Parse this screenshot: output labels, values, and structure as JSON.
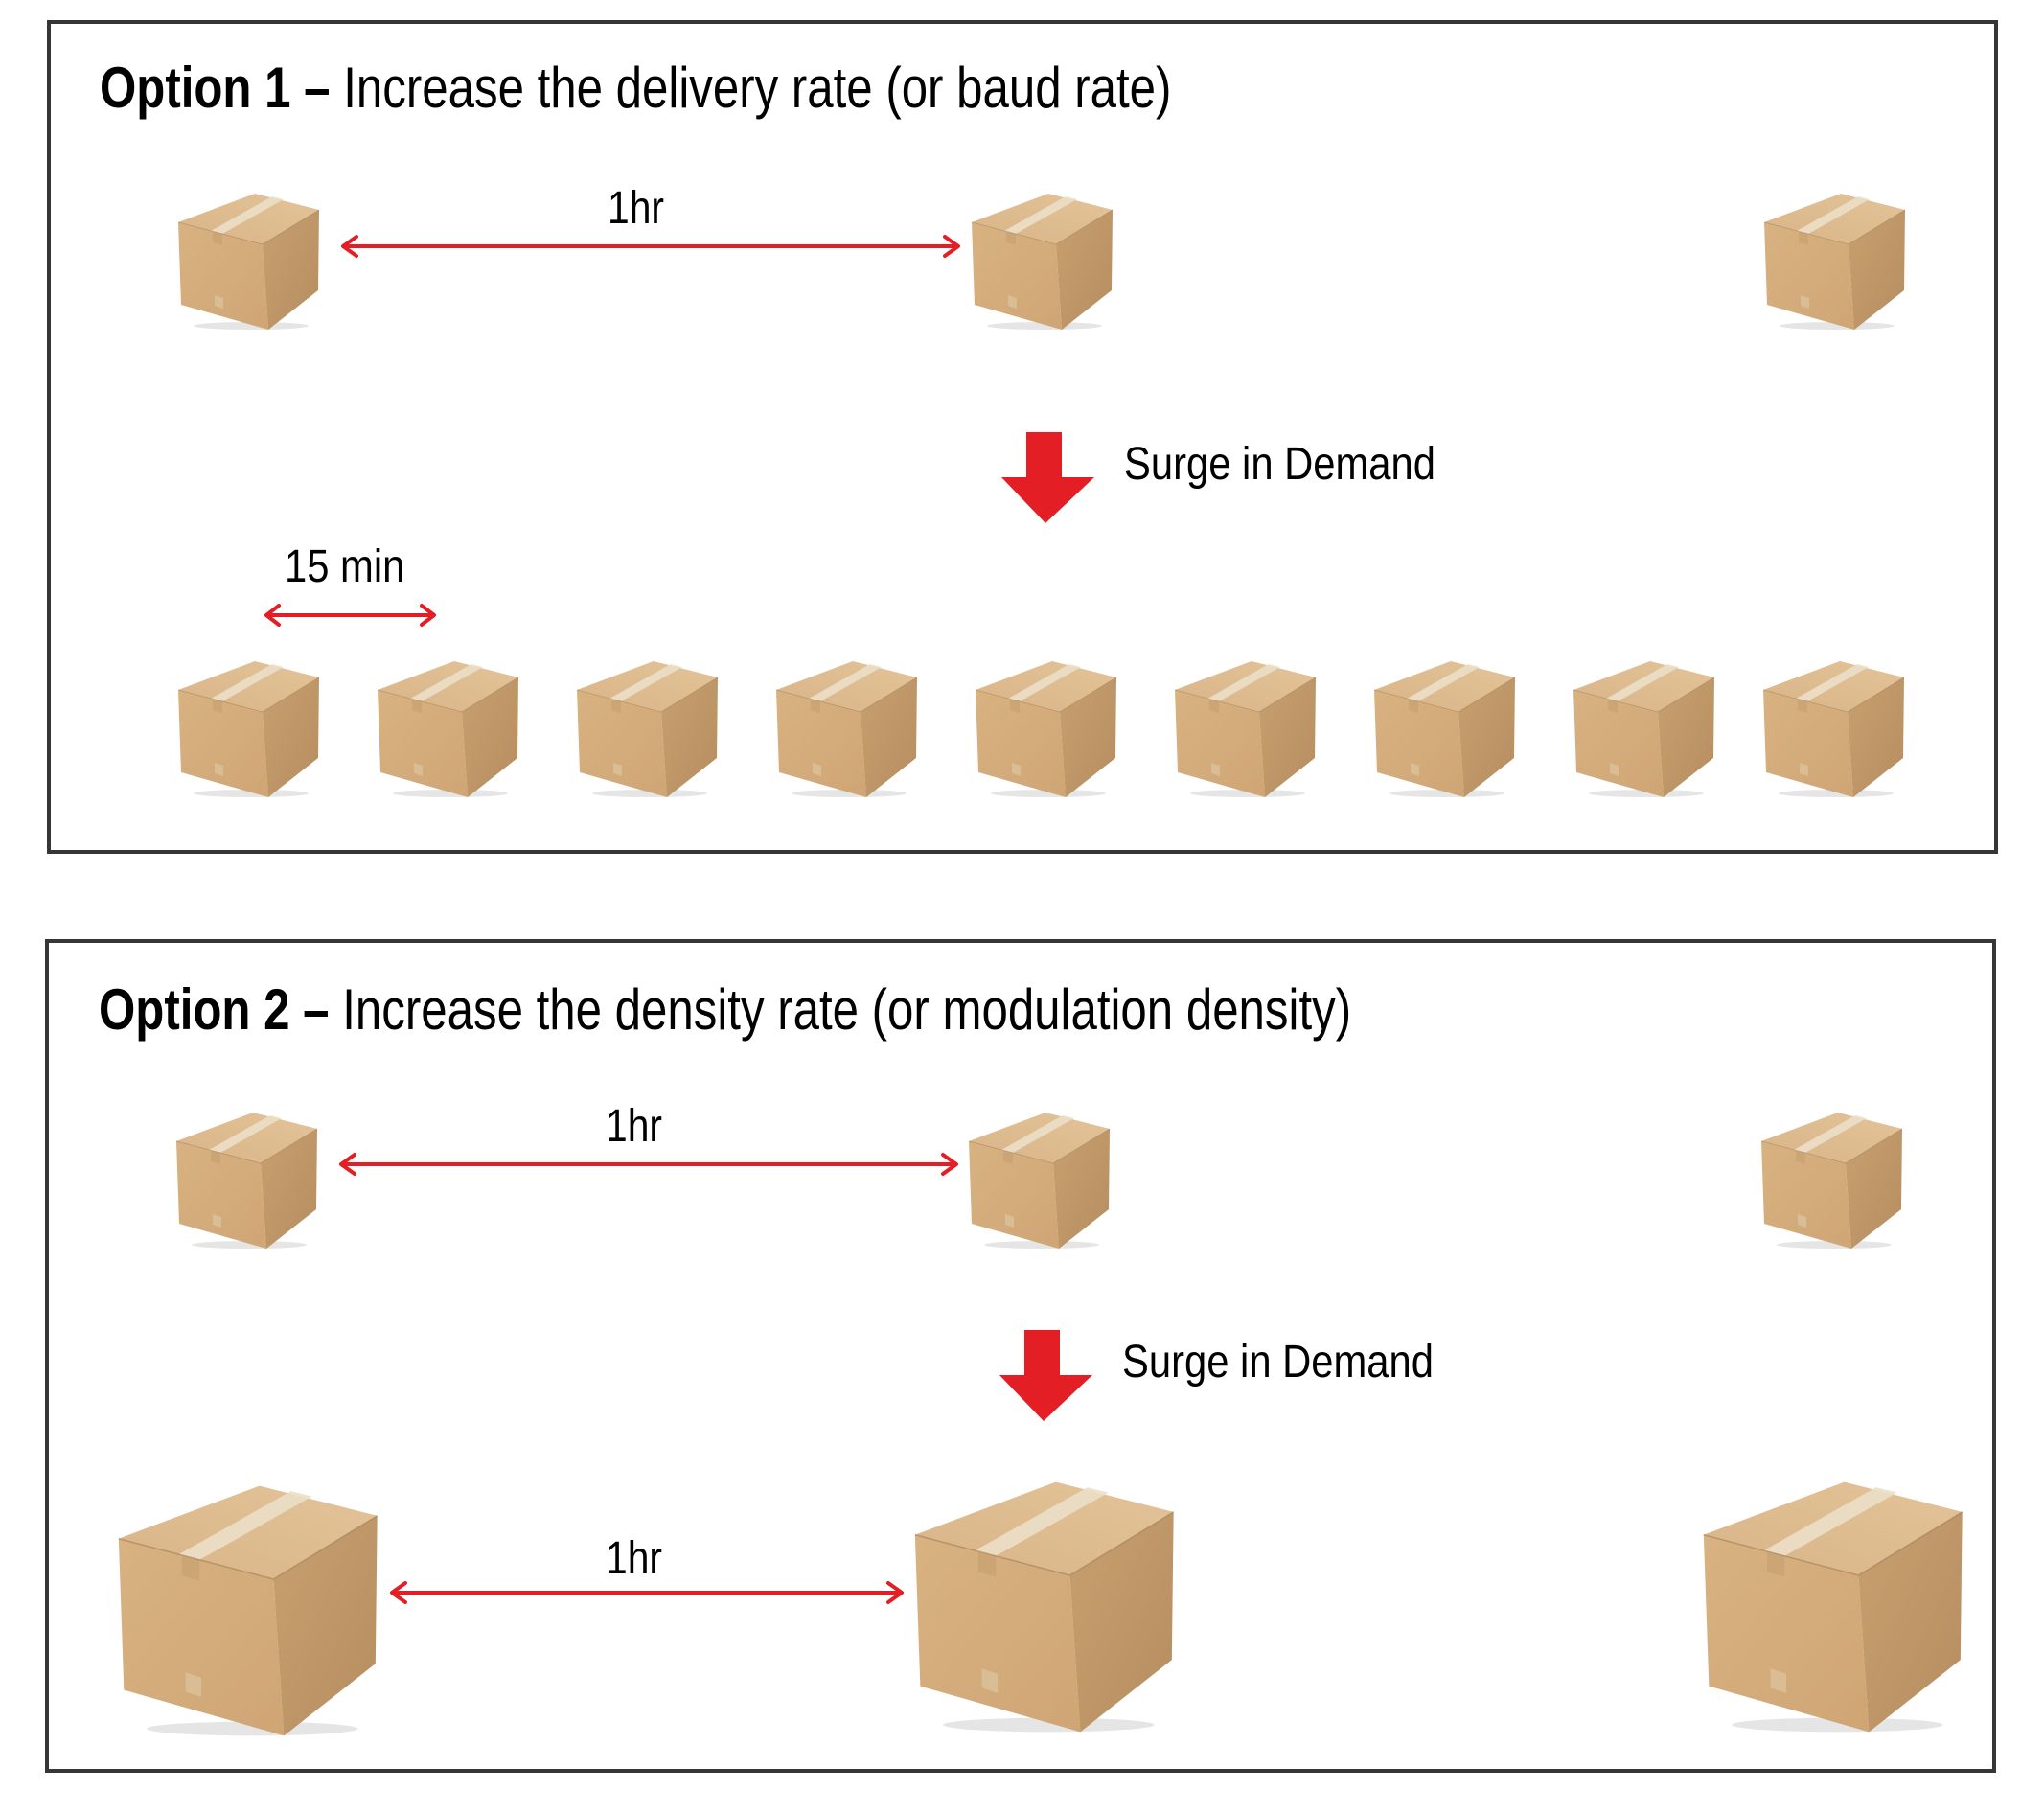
{
  "colors": {
    "accent_red": "#e31e24",
    "frame_border": "#363636",
    "box_front": "#d5ab79",
    "box_top": "#ddbb8c",
    "box_right": "#c29a6a",
    "box_tape": "#ebdfc8"
  },
  "options": [
    {
      "title_bold": "Option 1 –",
      "title_regular": "Increase the delivery rate (or baud rate)",
      "before": {
        "interval_label": "1hr",
        "box_count": 3,
        "box_size": "small"
      },
      "transition": {
        "icon": "down-arrow-icon",
        "label": "Surge in Demand"
      },
      "after": {
        "interval_label": "15 min",
        "box_count": 9,
        "box_size": "small"
      }
    },
    {
      "title_bold": "Option 2 –",
      "title_regular": "Increase the density rate (or modulation density)",
      "before": {
        "interval_label": "1hr",
        "box_count": 3,
        "box_size": "small"
      },
      "transition": {
        "icon": "down-arrow-icon",
        "label": "Surge in Demand"
      },
      "after": {
        "interval_label": "1hr",
        "box_count": 3,
        "box_size": "large"
      }
    }
  ]
}
